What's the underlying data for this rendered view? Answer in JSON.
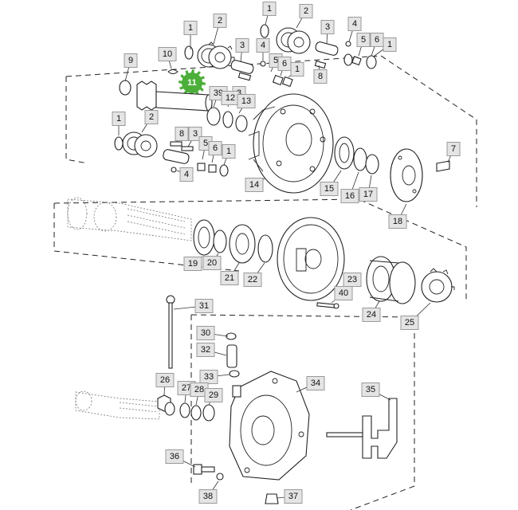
{
  "diagram": {
    "highlight_color": "#4caf3a",
    "highlighted_part": "11",
    "callouts": [
      {
        "id": "c1a",
        "label": "1"
      },
      {
        "id": "c2a",
        "label": "2"
      },
      {
        "id": "c1b",
        "label": "1"
      },
      {
        "id": "c2b",
        "label": "2"
      },
      {
        "id": "c3a",
        "label": "3"
      },
      {
        "id": "c4a",
        "label": "4"
      },
      {
        "id": "c5a",
        "label": "5"
      },
      {
        "id": "c6a",
        "label": "6"
      },
      {
        "id": "c1c",
        "label": "1"
      },
      {
        "id": "c3b",
        "label": "3"
      },
      {
        "id": "c4b",
        "label": "4"
      },
      {
        "id": "c5b",
        "label": "5"
      },
      {
        "id": "c6b",
        "label": "6"
      },
      {
        "id": "c1d",
        "label": "1"
      },
      {
        "id": "c8a",
        "label": "8"
      },
      {
        "id": "c9",
        "label": "9"
      },
      {
        "id": "c10",
        "label": "10"
      },
      {
        "id": "c39",
        "label": "39"
      },
      {
        "id": "c8b",
        "label": "8"
      },
      {
        "id": "c12",
        "label": "12"
      },
      {
        "id": "c13",
        "label": "13"
      },
      {
        "id": "c1e",
        "label": "1"
      },
      {
        "id": "c2c",
        "label": "2"
      },
      {
        "id": "c8c",
        "label": "8"
      },
      {
        "id": "c3c",
        "label": "3"
      },
      {
        "id": "c5c",
        "label": "5"
      },
      {
        "id": "c6c",
        "label": "6"
      },
      {
        "id": "c1f",
        "label": "1"
      },
      {
        "id": "c4c",
        "label": "4"
      },
      {
        "id": "c14",
        "label": "14"
      },
      {
        "id": "c15",
        "label": "15"
      },
      {
        "id": "c16",
        "label": "16"
      },
      {
        "id": "c17",
        "label": "17"
      },
      {
        "id": "c7",
        "label": "7"
      },
      {
        "id": "c18",
        "label": "18"
      },
      {
        "id": "c19",
        "label": "19"
      },
      {
        "id": "c20",
        "label": "20"
      },
      {
        "id": "c21",
        "label": "21"
      },
      {
        "id": "c22",
        "label": "22"
      },
      {
        "id": "c23",
        "label": "23"
      },
      {
        "id": "c40",
        "label": "40"
      },
      {
        "id": "c24",
        "label": "24"
      },
      {
        "id": "c25",
        "label": "25"
      },
      {
        "id": "c31",
        "label": "31"
      },
      {
        "id": "c30",
        "label": "30"
      },
      {
        "id": "c32",
        "label": "32"
      },
      {
        "id": "c33",
        "label": "33"
      },
      {
        "id": "c26",
        "label": "26"
      },
      {
        "id": "c27",
        "label": "27"
      },
      {
        "id": "c28",
        "label": "28"
      },
      {
        "id": "c29",
        "label": "29"
      },
      {
        "id": "c34",
        "label": "34"
      },
      {
        "id": "c35",
        "label": "35"
      },
      {
        "id": "c36",
        "label": "36"
      },
      {
        "id": "c38",
        "label": "38"
      },
      {
        "id": "c37",
        "label": "37"
      }
    ]
  }
}
